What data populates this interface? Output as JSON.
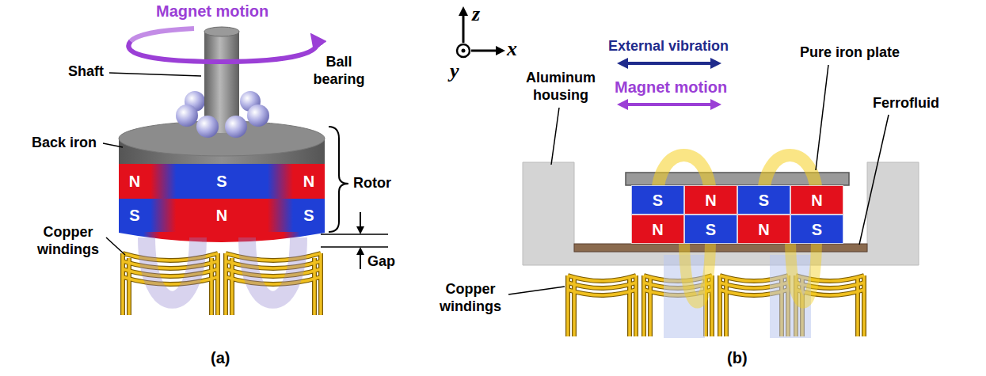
{
  "diagram": {
    "nodes": [
      {
        "text": [
          "N"
        ]
      },
      {
        "text": [
          "S"
        ]
      },
      {
        "text": [
          "N"
        ]
      },
      {
        "text": [
          "S"
        ]
      },
      {
        "text": [
          "N"
        ]
      },
      {
        "text": [
          "S"
        ]
      },
      {
        "text": [
          "S"
        ]
      },
      {
        "text": [
          "N"
        ]
      },
      {
        "text": [
          "S"
        ]
      },
      {
        "text": [
          "N"
        ]
      },
      {
        "text": [
          "N"
        ]
      },
      {
        "text": [
          "S"
        ]
      },
      {
        "text": [
          "N"
        ]
      },
      {
        "text": [
          "S"
        ]
      }
    ],
    "edges": [],
    "labels": [
      "Magnet motion",
      "Shaft",
      "Ball bearing",
      "Back iron",
      "Rotor",
      "Copper windings",
      "Gap",
      "(a)",
      "z",
      "x",
      "y",
      "External vibration",
      "Magnet motion",
      "Pure iron plate",
      "Aluminum housing",
      "Ferrofluid",
      "Copper windings",
      "(b)"
    ]
  }
}
